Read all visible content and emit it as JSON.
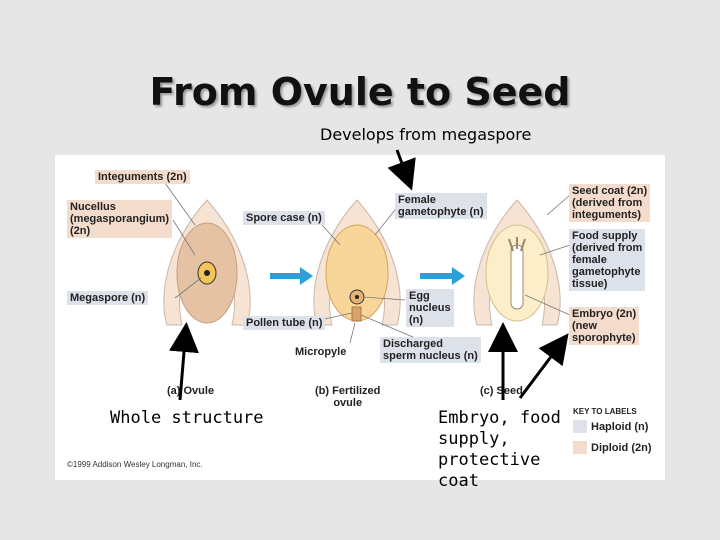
{
  "slide": {
    "title": "From Ovule to Seed",
    "callouts": {
      "megaspore": "Develops from megaspore",
      "whole": "Whole structure",
      "embryo": "Embryo, food supply, protective coat"
    }
  },
  "figure": {
    "labels": {
      "integuments": "Integuments (2n)",
      "nucellus_1": "Nucellus",
      "nucellus_2": "(megasporangium)",
      "nucellus_3": "(2n)",
      "megaspore": "Megaspore (n)",
      "spore_case": "Spore case (n)",
      "female_gam_1": "Female",
      "female_gam_2": "gametophyte (n)",
      "pollen_tube": "Pollen tube (n)",
      "egg_1": "Egg",
      "egg_2": "nucleus",
      "egg_3": "(n)",
      "micropyle": "Micropyle",
      "sperm_1": "Discharged",
      "sperm_2": "sperm nucleus (n)",
      "seed_coat_1": "Seed coat (2n)",
      "seed_coat_2": "(derived from",
      "seed_coat_3": "integuments)",
      "food_1": "Food supply",
      "food_2": "(derived from",
      "food_3": "female",
      "food_4": "gametophyte",
      "food_5": "tissue)",
      "embryo_1": "Embryo (2n)",
      "embryo_2": "(new",
      "embryo_3": "sporophyte)"
    },
    "captions": {
      "a": "(a) Ovule",
      "b_1": "(b) Fertilized",
      "b_2": "ovule",
      "c": "(c) Seed"
    },
    "key": {
      "title": "KEY TO LABELS",
      "haploid": "Haploid (n)",
      "diploid": "Diploid (2n)"
    },
    "copyright": "©1999 Addison Wesley Longman, Inc.",
    "colors": {
      "haploid": "#dde2ea",
      "diploid": "#f4dccd",
      "arrow": "#2b9fd6",
      "integument": "#f6e3d3",
      "nucellus": "#e5c2a4",
      "gametophyte": "#f8d69a"
    }
  }
}
